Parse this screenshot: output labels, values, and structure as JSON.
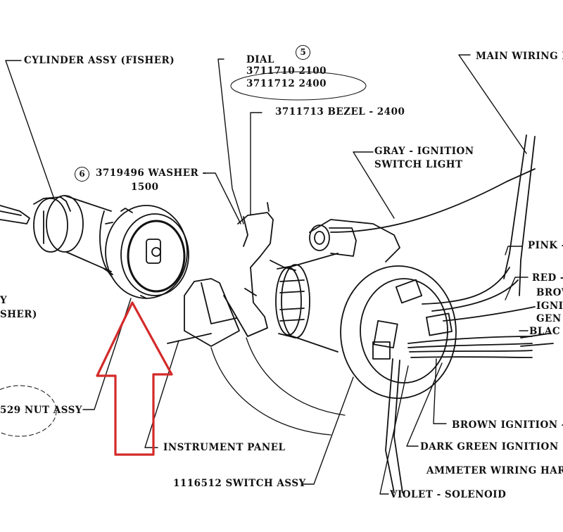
{
  "labels": {
    "cylinder": "CYLINDER ASSY (FISHER)",
    "dial_title": "DIAL",
    "dial_num1": "3711710 2100",
    "dial_num2": "3711712 2400",
    "callout5": "5",
    "bezel": "3711713 BEZEL - 2400",
    "main_wiring": "MAIN WIRING H",
    "gray_line1": "GRAY - IGNITION",
    "gray_line2": "SWITCH LIGHT",
    "callout6": "6",
    "washer": "3719496 WASHER -",
    "washer_sub": "1500",
    "pink": "PINK -",
    "red": "RED -",
    "brown_frag": "BROW",
    "igni_frag": "IGNI",
    "gen_frag": "GEN",
    "black_frag": "BLAC",
    "left_y": "Y",
    "left_sher": "SHER)",
    "nut": "529 NUT ASSY",
    "instrument_panel": "INSTRUMENT PANEL",
    "switch_assy": "1116512 SWITCH ASSY",
    "brown_ign": "BROWN IGNITION -",
    "dark_green": "DARK GREEN IGNITION",
    "ammeter": "AMMETER WIRING HAR",
    "violet": "VIOLET - SOLENOID"
  },
  "colors": {
    "ink": "#111111",
    "highlight_arrow": "#d42a2a",
    "paper": "#ffffff"
  }
}
